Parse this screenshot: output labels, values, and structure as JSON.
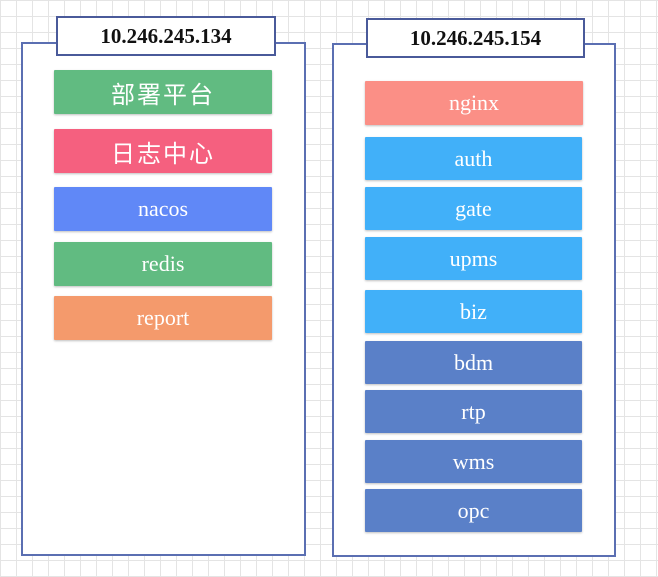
{
  "servers": [
    {
      "ip": "10.246.245.134",
      "services": [
        {
          "label": "部署平台",
          "color": "#61bb81"
        },
        {
          "label": "日志中心",
          "color": "#f5607f"
        },
        {
          "label": "nacos",
          "color": "#6088f7"
        },
        {
          "label": "redis",
          "color": "#61bb81"
        },
        {
          "label": "report",
          "color": "#f49a6c"
        }
      ]
    },
    {
      "ip": "10.246.245.154",
      "services": [
        {
          "label": "nginx",
          "color": "#fb8f86"
        },
        {
          "label": "auth",
          "color": "#41b0f9"
        },
        {
          "label": "gate",
          "color": "#41b0f9"
        },
        {
          "label": "upms",
          "color": "#41b0f9"
        },
        {
          "label": "biz",
          "color": "#41b0f9"
        },
        {
          "label": "bdm",
          "color": "#5a80c8"
        },
        {
          "label": "rtp",
          "color": "#5a80c8"
        },
        {
          "label": "wms",
          "color": "#5a80c8"
        },
        {
          "label": "opc",
          "color": "#5a80c8"
        }
      ]
    }
  ]
}
